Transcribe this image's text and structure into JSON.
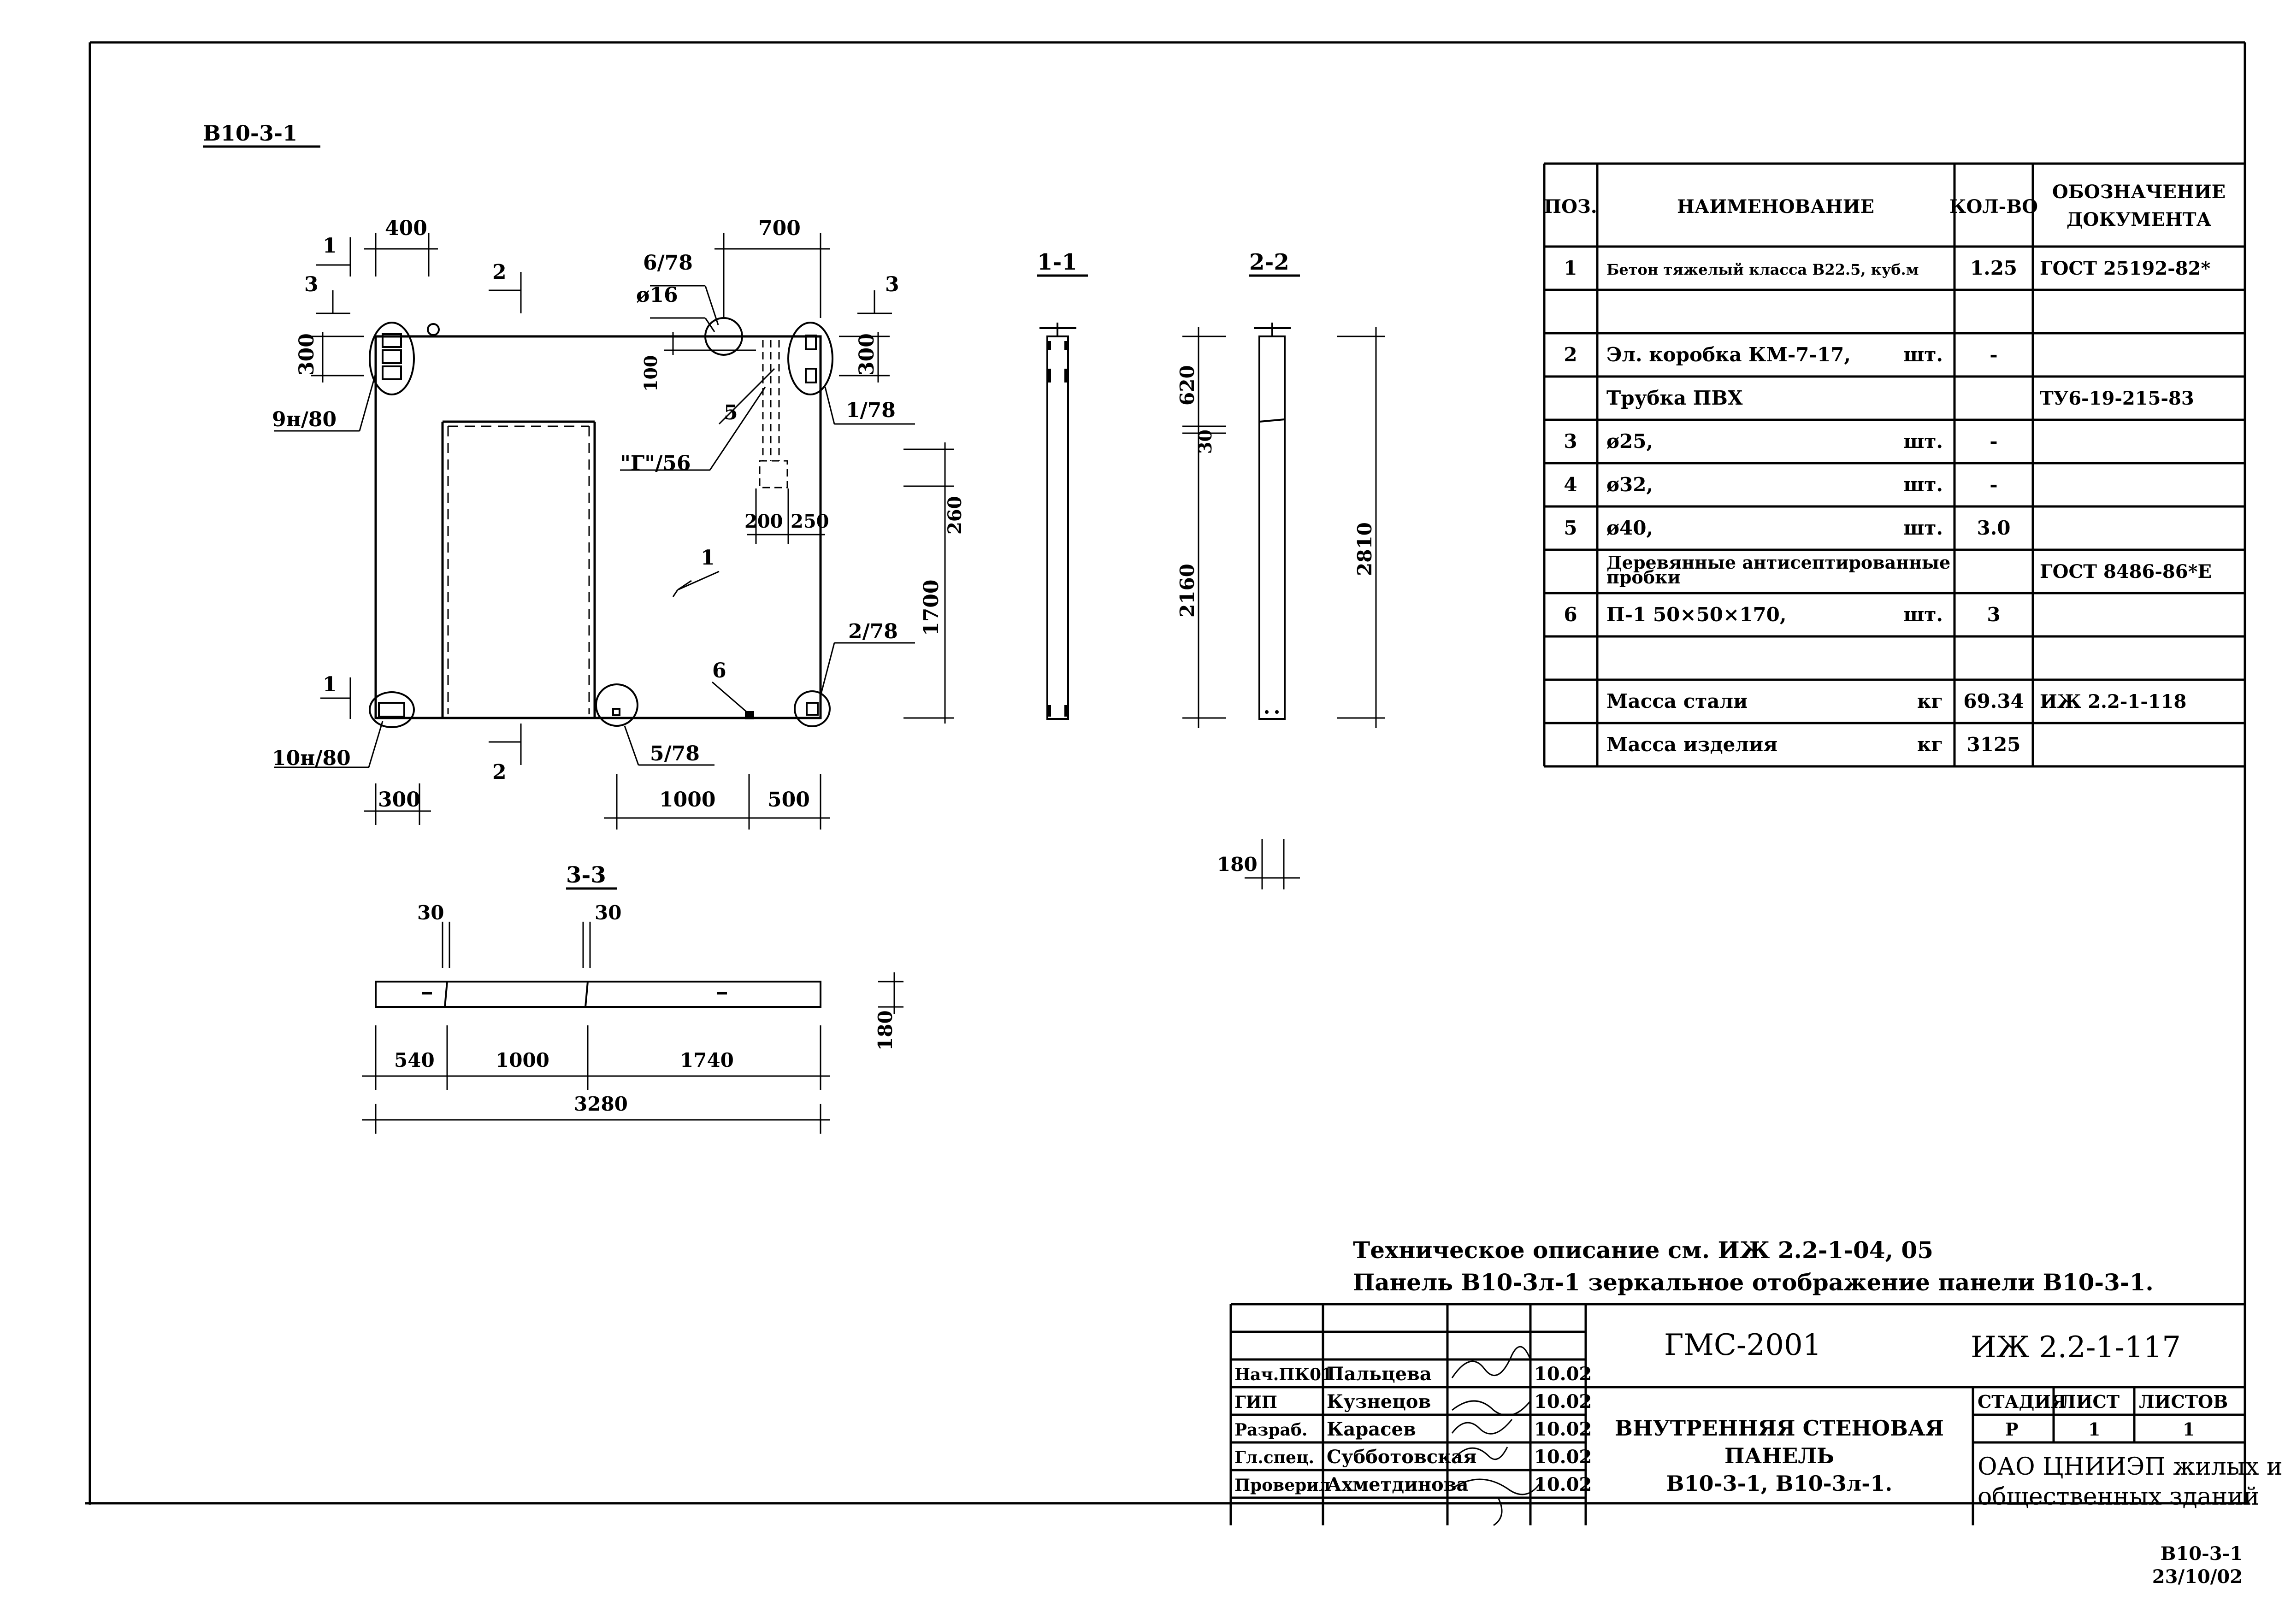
{
  "drawing": {
    "label": "B10-3-1"
  },
  "elevation": {
    "sec1": "1",
    "sec2": "2",
    "sec3": "3",
    "dim_400": "400",
    "dim_700": "700",
    "dim_300a": "300",
    "dim_300b": "300",
    "dim_100": "100",
    "dim_260": "260",
    "dim_1700": "1700",
    "dim_200": "200",
    "dim_250": "250",
    "dim_300c": "300",
    "dim_1000": "1000",
    "dim_500": "500",
    "ref_9n80": "9н/80",
    "ref_10n80": "10н/80",
    "ref_678": "6/78",
    "ref_d16": "ø16",
    "ref_178": "1/78",
    "ref_278": "2/78",
    "ref_578": "5/78",
    "ref_g56": "\"Г\"/56",
    "pos_5": "5",
    "pos_1": "1",
    "pos_6": "6"
  },
  "sections": {
    "s11_title": "1-1",
    "s22_title": "2-2",
    "dim_620": "620",
    "dim_30": "30",
    "dim_2160": "2160",
    "dim_2810": "2810",
    "dim_180": "180",
    "s33_title": "3-3",
    "dim_30a": "30",
    "dim_30b": "30",
    "dim_180v": "180",
    "dim_540": "540",
    "dim_1000": "1000",
    "dim_1740": "1740",
    "dim_3280": "3280"
  },
  "spec": {
    "headers": [
      "ПОЗ.",
      "НАИМЕНОВАНИЕ",
      "КОЛ-ВО",
      "ОБОЗНАЧЕНИЕ",
      "ДОКУМЕНТА"
    ],
    "rows": [
      {
        "pos": "1",
        "name": "Бетон тяжелый класса В22.5, куб.м",
        "unit": "",
        "qty": "1.25",
        "doc": "ГОСТ 25192-82*"
      },
      {
        "pos": "",
        "name": "",
        "unit": "",
        "qty": "",
        "doc": ""
      },
      {
        "pos": "2",
        "name": "Эл. коробка КМ-7-17,",
        "unit": "шт.",
        "qty": "-",
        "doc": ""
      },
      {
        "pos": "",
        "name": "Трубка ПВХ",
        "unit": "",
        "qty": "",
        "doc": "ТУ6-19-215-83"
      },
      {
        "pos": "3",
        "name": "ø25,",
        "unit": "шт.",
        "qty": "-",
        "doc": ""
      },
      {
        "pos": "4",
        "name": "ø32,",
        "unit": "шт.",
        "qty": "-",
        "doc": ""
      },
      {
        "pos": "5",
        "name": "ø40,",
        "unit": "шт.",
        "qty": "3.0",
        "doc": ""
      },
      {
        "pos": "",
        "name": "Деревянные антисептированные",
        "name2": "пробки",
        "unit": "",
        "qty": "",
        "doc": "ГОСТ 8486-86*Е"
      },
      {
        "pos": "6",
        "name": "П-1   50×50×170,",
        "unit": "шт.",
        "qty": "3",
        "doc": ""
      },
      {
        "pos": "",
        "name": "",
        "unit": "",
        "qty": "",
        "doc": ""
      },
      {
        "pos": "",
        "name": "Масса стали",
        "unit": "кг",
        "qty": "69.34",
        "doc": "ИЖ 2.2-1-118"
      },
      {
        "pos": "",
        "name": "Масса изделия",
        "unit": "кг",
        "qty": "3125",
        "doc": ""
      }
    ]
  },
  "notes": {
    "line1": "Техническое описание  см. ИЖ 2.2-1-04, 05",
    "line2": "Панель В10-3л-1 зеркальное отображение панели В10-3-1."
  },
  "title_block": {
    "series": "ГМС-2001",
    "doc_code": "ИЖ 2.2-1-117",
    "stage_h": "СТАДИЯ",
    "sheet_h": "ЛИСТ",
    "sheets_h": "ЛИСТОВ",
    "stage": "Р",
    "sheet": "1",
    "sheets": "1",
    "title1": "ВНУТРЕННЯЯ СТЕНОВАЯ",
    "title2": "ПАНЕЛЬ",
    "title3": "В10-3-1, В10-3л-1.",
    "org1": "ОАО ЦНИИЭП жилых и",
    "org2": "общественных зданий",
    "staff": [
      {
        "role": "Нач.ПК01",
        "name": "Пальцева",
        "date": "10.02"
      },
      {
        "role": "ГИП",
        "name": "Кузнецов",
        "date": "10.02"
      },
      {
        "role": "Разраб.",
        "name": "Карасев",
        "date": "10.02"
      },
      {
        "role": "Гл.спец.",
        "name": "Субботовская",
        "date": "10.02"
      },
      {
        "role": "Проверил",
        "name": "Ахметдинова",
        "date": "10.02"
      }
    ]
  },
  "footer": {
    "code": "В10-3-1",
    "date": "23/10/02"
  }
}
